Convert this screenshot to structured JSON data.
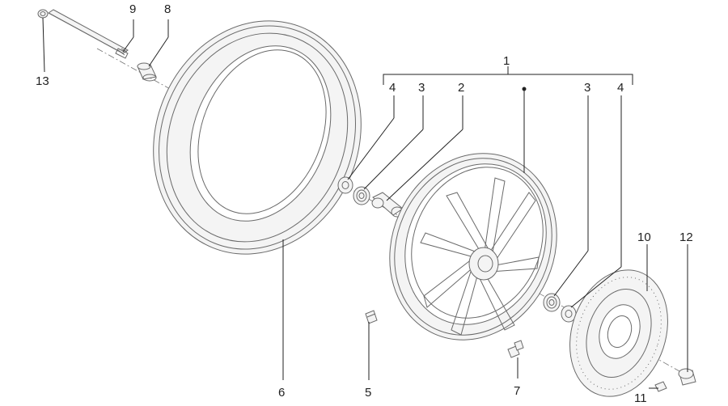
{
  "callouts": [
    {
      "id": "c1",
      "label": "1"
    },
    {
      "id": "c2",
      "label": "2"
    },
    {
      "id": "c3a",
      "label": "3"
    },
    {
      "id": "c3b",
      "label": "3"
    },
    {
      "id": "c4a",
      "label": "4"
    },
    {
      "id": "c4b",
      "label": "4"
    },
    {
      "id": "c5",
      "label": "5"
    },
    {
      "id": "c6",
      "label": "6"
    },
    {
      "id": "c7",
      "label": "7"
    },
    {
      "id": "c8",
      "label": "8"
    },
    {
      "id": "c9",
      "label": "9"
    },
    {
      "id": "c10",
      "label": "10"
    },
    {
      "id": "c11",
      "label": "11"
    },
    {
      "id": "c12",
      "label": "12"
    },
    {
      "id": "c13",
      "label": "13"
    }
  ]
}
